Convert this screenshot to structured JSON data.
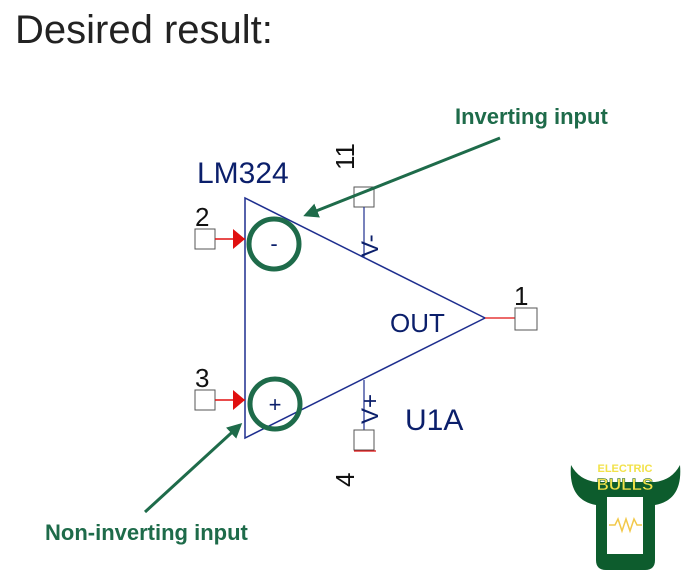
{
  "slide": {
    "title": "Desired result:"
  },
  "component": {
    "part_name": "LM324",
    "designator": "U1A",
    "output_label": "OUT",
    "inverting_symbol": "-",
    "noninverting_symbol": "+",
    "pins": {
      "inverting": "2",
      "noninverting": "3",
      "output": "1",
      "v_minus_pin": "11",
      "v_plus_pin": "4"
    },
    "supply_labels": {
      "v_minus": "V-",
      "v_plus": "V+"
    }
  },
  "annotations": {
    "inverting": "Inverting input",
    "noninverting": "Non-inverting input"
  },
  "logo": {
    "line1": "ELECTRIC",
    "line2": "BULLS"
  },
  "colors": {
    "schematic_blue": "#1f2f8f",
    "label_blue": "#0b1f6b",
    "annotation_green": "#1e6b4a",
    "pin_red": "#e01010",
    "logo_green": "#0d5c2d",
    "logo_gold": "#f2e24a"
  }
}
